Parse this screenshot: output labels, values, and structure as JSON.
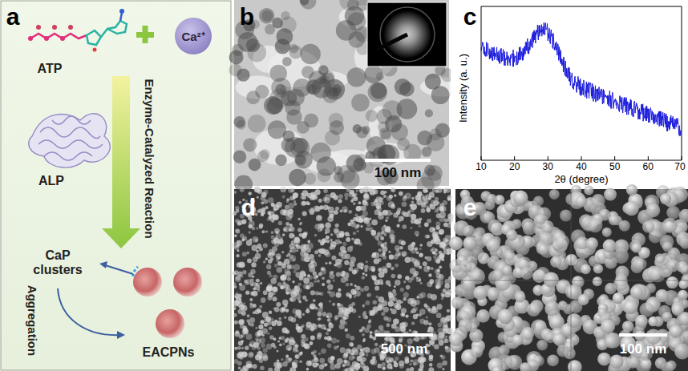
{
  "diagram": {
    "nodes": [
      {
        "text": [
          "Ca²⁺"
        ]
      }
    ],
    "labels": [
      "a",
      "ATP",
      "ALP",
      "Enzyme-Catalyzed Reaction",
      "CaP clusters",
      "Aggregation",
      "EACPNs",
      "b",
      "100 nm",
      "c",
      "Intensity (a. u.)",
      "2θ (degree)",
      "10",
      "20",
      "30",
      "40",
      "50",
      "60",
      "70",
      "d",
      "500 nm",
      "e",
      "100 nm"
    ]
  }
}
